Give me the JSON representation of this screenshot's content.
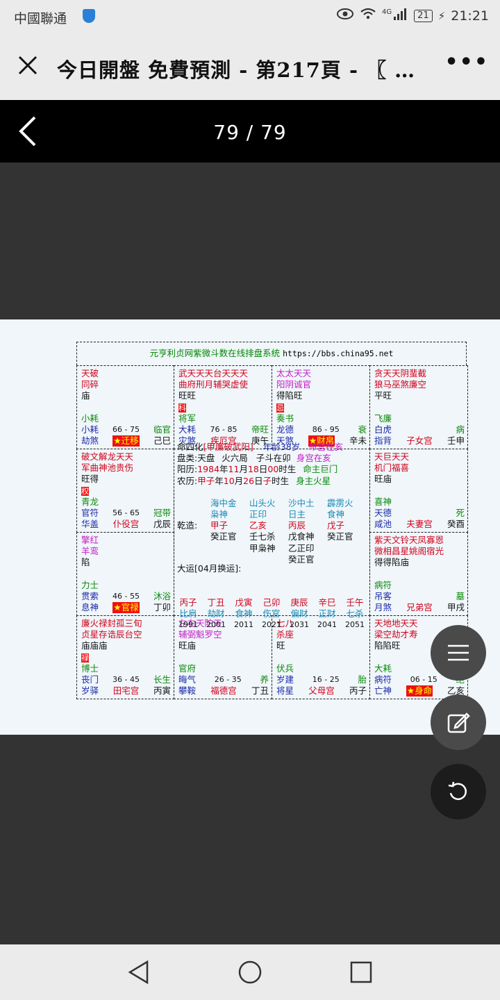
{
  "status": {
    "carrier": "中國聯通",
    "network": "4G",
    "battery": "21",
    "time": "21:21"
  },
  "topbar": {
    "title": "今日開盤 免費預測 - 第217頁 - 〖 …",
    "more": "•••"
  },
  "viewer": {
    "counter": "79 / 79"
  },
  "chart_header": {
    "title": "元亨利贞网紫微斗数在线排盘系统",
    "url": "https://bbs.china95.net"
  },
  "palaces": [
    {
      "id": "si",
      "stars": [
        [
          "r",
          "天破"
        ],
        [
          "r",
          "同碎"
        ]
      ],
      "bright": "庙",
      "extra": "",
      "god": "小耗",
      "line1": [
        "小耗",
        "66 - 75",
        "临官"
      ],
      "line2": [
        "劫煞",
        "迁移",
        "己巳"
      ]
    },
    {
      "id": "wu",
      "stars": [
        [
          "r",
          "武天天天台天天天"
        ],
        [
          "r",
          "曲府刑月辅哭虚使"
        ]
      ],
      "bright": "旺旺",
      "extra": "科",
      "god": "将军",
      "line1": [
        "大耗",
        "76 - 85",
        "帝旺"
      ],
      "line2": [
        "灾煞",
        "疾厄宫",
        "庚午"
      ]
    },
    {
      "id": "wei",
      "stars": [
        [
          "m",
          "太太天天"
        ],
        [
          "m",
          "阳阴诚官"
        ]
      ],
      "bright": "得陷旺",
      "extra": "忌",
      "god": "奏书",
      "line1": [
        "龙德",
        "86 - 95",
        "衰"
      ],
      "line2": [
        "天煞",
        "财帛",
        "辛未"
      ]
    },
    {
      "id": "shen",
      "stars": [
        [
          "r",
          "贪天天阴蜚截"
        ],
        [
          "r",
          "狼马巫煞廉空"
        ]
      ],
      "bright": "平旺",
      "extra": "",
      "god": "飞廉",
      "line1": [
        "白虎",
        "",
        "病"
      ],
      "line2": [
        "指背",
        "子女宫",
        "壬申"
      ]
    },
    {
      "id": "chen",
      "stars": [
        [
          "r",
          "破文解龙天天"
        ],
        [
          "r",
          "军曲神池贵伤"
        ]
      ],
      "bright": "旺得",
      "extra": "权",
      "god": "青龙",
      "line1": [
        "官符",
        "56 - 65",
        "冠带"
      ],
      "line2": [
        "华盖",
        "仆役宫",
        "戊辰"
      ]
    },
    {
      "id": "you",
      "stars": [
        [
          "r",
          "天巨天天"
        ],
        [
          "r",
          "机门福喜"
        ]
      ],
      "bright": "旺庙",
      "extra": "",
      "god": "喜神",
      "line1": [
        "天德",
        "",
        "死"
      ],
      "line2": [
        "咸池",
        "夫妻宫",
        "癸酉"
      ]
    },
    {
      "id": "mao",
      "stars": [
        [
          "m",
          "擎红"
        ],
        [
          "m",
          "羊鸾"
        ]
      ],
      "bright": "陷",
      "extra": "",
      "god": "力士",
      "line1": [
        "贯索",
        "46 - 55",
        "沐浴"
      ],
      "line2": [
        "息神",
        "官禄",
        "丁卯"
      ]
    },
    {
      "id": "xu",
      "stars": [
        [
          "r",
          "紫天文铃天凤寡恩"
        ],
        [
          "r",
          "微相昌星姚阁宿光"
        ]
      ],
      "bright": "得得陷庙",
      "extra": "",
      "god": "病符",
      "line1": [
        "吊客",
        "",
        "墓"
      ],
      "line2": [
        "月煞",
        "兄弟宫",
        "甲戌"
      ]
    },
    {
      "id": "yin",
      "stars": [
        [
          "r",
          "廉火禄封孤三旬"
        ],
        [
          "r",
          "贞星存诰辰台空"
        ]
      ],
      "bright": "庙庙庙",
      "extra": "禄",
      "god": "博士",
      "line1": [
        "丧门",
        "36 - 45",
        "长生"
      ],
      "line2": [
        "岁驿",
        "田宅宫",
        "丙寅"
      ]
    },
    {
      "id": "chou",
      "stars": [
        [
          "m",
          "左右天陀天"
        ],
        [
          "m",
          "辅弼魁罗空"
        ]
      ],
      "bright": "旺庙",
      "extra": "",
      "god": "官府",
      "line1": [
        "晦气",
        "26 - 35",
        "养"
      ],
      "line2": [
        "攀鞍",
        "福德宫",
        "丁丑"
      ]
    },
    {
      "id": "zi",
      "stars": [
        [
          "r",
          "七八"
        ],
        [
          "r",
          "杀座"
        ]
      ],
      "bright": "旺",
      "extra": "",
      "god": "伏兵",
      "line1": [
        "岁建",
        "16 - 25",
        "胎"
      ],
      "line2": [
        "将星",
        "父母宫",
        "丙子"
      ]
    },
    {
      "id": "hai",
      "stars": [
        [
          "r",
          "天地地天天"
        ],
        [
          "r",
          "梁空劫才寿"
        ]
      ],
      "bright": "陷陷旺",
      "extra": "",
      "god": "大耗",
      "line1": [
        "病符",
        "06 - 15",
        "绝"
      ],
      "line2": [
        "亡神",
        "身命",
        "乙亥"
      ]
    }
  ],
  "center": {
    "l1": [
      "命四化",
      "[甲廉破武阳]",
      "年龄38岁",
      "命宫在亥"
    ],
    "l2": [
      "盘类:",
      "天盘",
      "火六局",
      "子斗在卯",
      "身宫在亥"
    ],
    "l3": [
      "阳历:",
      "1984",
      "年",
      "11",
      "月",
      "18",
      "日",
      "00",
      "时生",
      "命主巨门"
    ],
    "l4": [
      "农历:",
      "甲子",
      "年",
      "10",
      "月",
      "26",
      "日",
      "子",
      "时生",
      "身主火星"
    ],
    "qianzao": "乾造:",
    "pillars": [
      {
        "top": "海中金",
        "g1": "枭神",
        "gz": "甲子",
        "h": "癸正官"
      },
      {
        "top": "山头火",
        "g1": "正印",
        "gz": "乙亥",
        "h": "壬七杀",
        "h2": "甲枭神"
      },
      {
        "top": "沙中土",
        "g1": "日主",
        "gz": "丙辰",
        "h": "戊食神",
        "h2": "乙正印",
        "h3": "癸正官"
      },
      {
        "top": "霹雳火",
        "g1": "食神",
        "gz": "戊子",
        "h": "癸正官"
      }
    ],
    "dayun_label": "大运[04月换运]:",
    "dayun": [
      {
        "gz": "丙子",
        "god": "比肩",
        "year": "1991"
      },
      {
        "gz": "丁丑",
        "god": "劫财",
        "year": "2001"
      },
      {
        "gz": "戊寅",
        "god": "食神",
        "year": "2011"
      },
      {
        "gz": "己卯",
        "god": "伤官",
        "year": "2021"
      },
      {
        "gz": "庚辰",
        "god": "偏财",
        "year": "2031"
      },
      {
        "gz": "辛巳",
        "god": "正财",
        "year": "2041"
      },
      {
        "gz": "壬午",
        "god": "七杀",
        "year": "2051"
      }
    ]
  },
  "colors": {
    "accent_red": "#d0021b",
    "green": "#0a8a0a",
    "blue": "#1b2aa8",
    "magenta": "#c41ec4",
    "fab": "#4a4a4a"
  }
}
